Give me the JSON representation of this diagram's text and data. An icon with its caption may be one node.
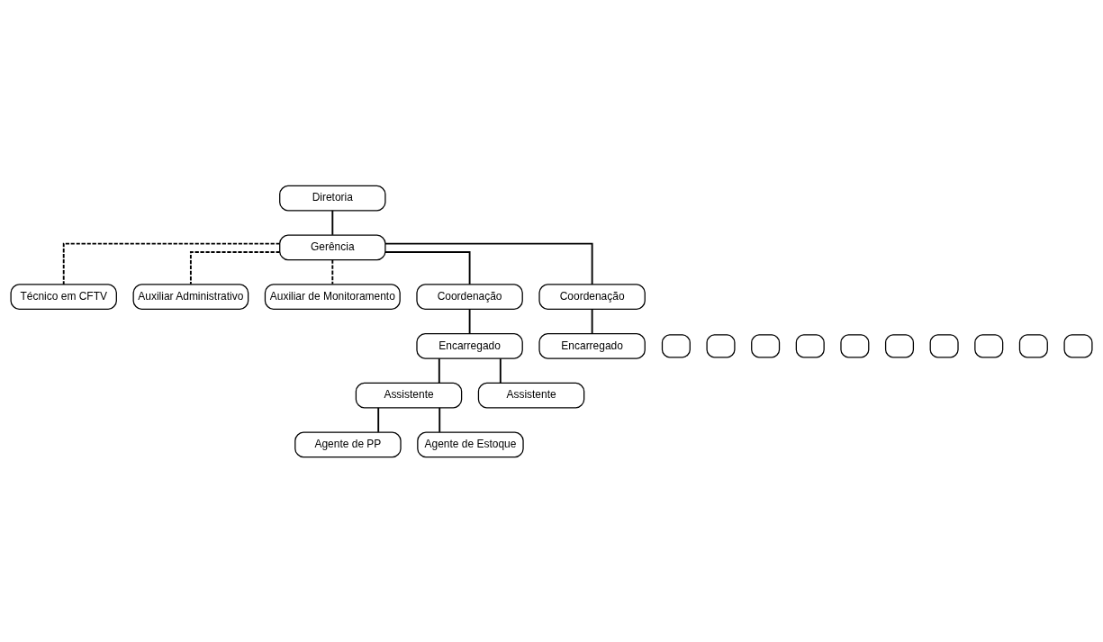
{
  "diagram": {
    "nodes": [
      {
        "text": [
          "Diretoria"
        ]
      },
      {
        "text": [
          "Gerência"
        ]
      },
      {
        "text": [
          "Técnico em CFTV"
        ]
      },
      {
        "text": [
          "Auxiliar Administrativo"
        ]
      },
      {
        "text": [
          "Auxiliar de Monitoramento"
        ]
      },
      {
        "text": [
          "Coordenação"
        ]
      },
      {
        "text": [
          "Coordenação"
        ]
      },
      {
        "text": [],
        "shape": "box"
      },
      {
        "text": [],
        "shape": "box"
      },
      {
        "text": [],
        "shape": "box"
      },
      {
        "text": [],
        "shape": "box"
      },
      {
        "text": [],
        "shape": "box"
      },
      {
        "text": [
          "Encarregado"
        ]
      },
      {
        "text": [],
        "shape": "box"
      },
      {
        "text": [],
        "shape": "box"
      },
      {
        "text": [],
        "shape": "box"
      },
      {
        "text": [],
        "shape": "box"
      },
      {
        "text": [],
        "shape": "box"
      },
      {
        "text": [
          "Encarregado"
        ]
      },
      {
        "text": [
          "Assistente"
        ]
      },
      {
        "text": [
          "Assistente"
        ]
      },
      {
        "text": [
          "Agente de PP"
        ]
      },
      {
        "text": [
          "Agente de Estoque"
        ]
      }
    ],
    "edges": [
      {
        "from": 0,
        "to": 1,
        "arrow": "none"
      },
      {
        "from": 1,
        "to": 2,
        "arrow": "none",
        "style": "dashed"
      },
      {
        "from": 1,
        "to": 3,
        "arrow": "none",
        "style": "dashed"
      },
      {
        "from": 1,
        "to": 4,
        "arrow": "none",
        "style": "dashed"
      },
      {
        "from": 1,
        "to": 5,
        "arrow": "none"
      },
      {
        "from": 1,
        "to": 6,
        "arrow": "none"
      },
      {
        "from": 5,
        "to": 12,
        "arrow": "none"
      },
      {
        "from": 6,
        "to": 18,
        "arrow": "none"
      },
      {
        "from": 12,
        "to": 19,
        "arrow": "none"
      },
      {
        "from": 12,
        "to": 20,
        "arrow": "none"
      },
      {
        "from": 19,
        "to": 21,
        "arrow": "none"
      },
      {
        "from": 19,
        "to": 22,
        "arrow": "none"
      }
    ]
  }
}
